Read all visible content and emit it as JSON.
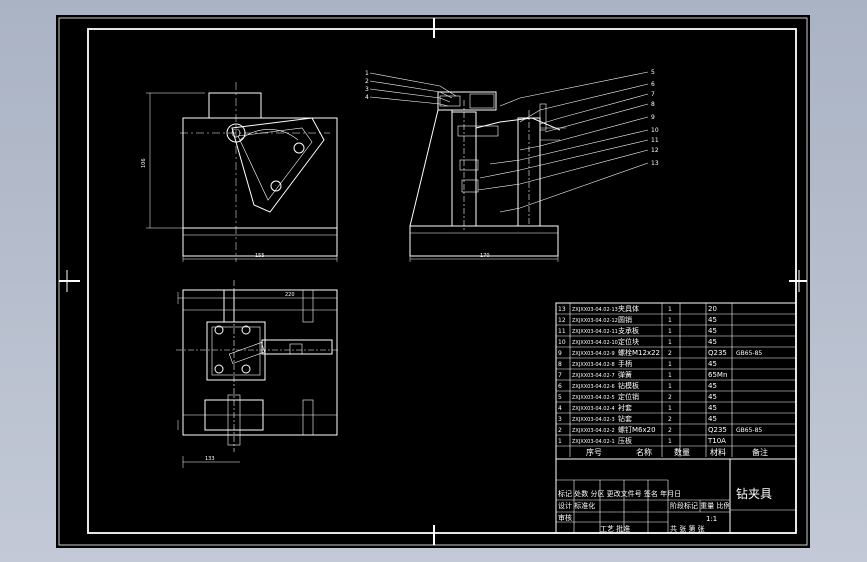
{
  "drawing_title": "钻夹具",
  "dimensions": {
    "front_height": "106",
    "front_width": "155",
    "side_width": "170",
    "plan_top": "220",
    "plan_bottom": "133"
  },
  "balloons": [
    "1",
    "2",
    "3",
    "4",
    "5",
    "6",
    "7",
    "8",
    "9",
    "10",
    "11",
    "12",
    "13"
  ],
  "bom_rows": [
    {
      "no": "13",
      "code": "ZXJXX03-04.02-13",
      "name": "夹具体",
      "qty": "1",
      "material": "20",
      "note": ""
    },
    {
      "no": "12",
      "code": "ZXJXX03-04.02-12",
      "name": "圆销",
      "qty": "1",
      "material": "45",
      "note": ""
    },
    {
      "no": "11",
      "code": "ZXJXX03-04.02-11",
      "name": "支承板",
      "qty": "1",
      "material": "45",
      "note": ""
    },
    {
      "no": "10",
      "code": "ZXJXX03-04.02-10",
      "name": "定位块",
      "qty": "1",
      "material": "45",
      "note": ""
    },
    {
      "no": "9",
      "code": "ZXJXX03-04.02-9",
      "name": "螺栓M12x22",
      "qty": "2",
      "material": "Q235",
      "note": "GB65-85"
    },
    {
      "no": "8",
      "code": "ZXJXX03-04.02-8",
      "name": "手柄",
      "qty": "1",
      "material": "45",
      "note": ""
    },
    {
      "no": "7",
      "code": "ZXJXX03-04.02-7",
      "name": "弹簧",
      "qty": "1",
      "material": "65Mn",
      "note": ""
    },
    {
      "no": "6",
      "code": "ZXJXX03-04.02-6",
      "name": "钻模板",
      "qty": "1",
      "material": "45",
      "note": ""
    },
    {
      "no": "5",
      "code": "ZXJXX03-04.02-5",
      "name": "定位销",
      "qty": "2",
      "material": "45",
      "note": ""
    },
    {
      "no": "4",
      "code": "ZXJXX03-04.02-4",
      "name": "衬套",
      "qty": "1",
      "material": "45",
      "note": ""
    },
    {
      "no": "3",
      "code": "ZXJXX03-04.02-3",
      "name": "钻套",
      "qty": "2",
      "material": "45",
      "note": ""
    },
    {
      "no": "2",
      "code": "ZXJXX03-04.02-2",
      "name": "螺钉M6x20",
      "qty": "2",
      "material": "Q235",
      "note": "GB65-85"
    },
    {
      "no": "1",
      "code": "ZXJXX03-04.02-1",
      "name": "压板",
      "qty": "1",
      "material": "T10A",
      "note": ""
    }
  ],
  "bom_header": {
    "no": "序号",
    "name": "名称",
    "qty": "数量",
    "material": "材料",
    "note": "备注"
  },
  "title_block": {
    "row1": "标记 处数 分区 更改文件号 签名 年月日",
    "row2": "设计 标准化",
    "row3": "审核",
    "row4": "工艺 批准",
    "stage": "阶段标记 重量 比例",
    "scale": "1:1",
    "sheet": "共 张 第 张"
  }
}
